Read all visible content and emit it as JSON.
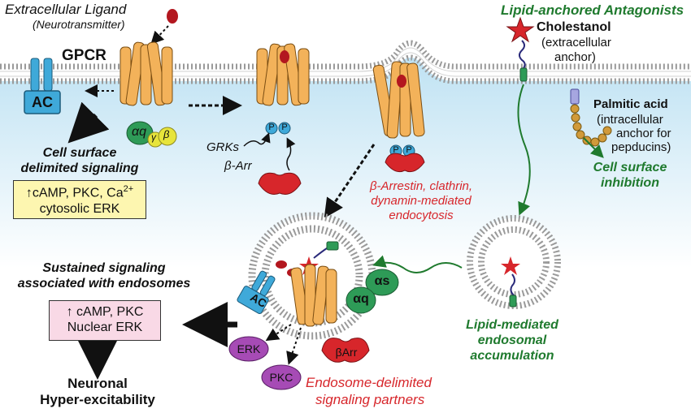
{
  "labels": {
    "extracellular_ligand": "Extracellular Ligand",
    "neurotransmitter": "(Neurotransmitter)",
    "gpcr": "GPCR",
    "ac": "AC",
    "ac2": "AC",
    "alpha_q": "αq",
    "gamma": "γ",
    "beta": "β",
    "cell_surface_signaling": "Cell surface",
    "delimited_signaling": "delimited signaling",
    "camp_line1": "↑cAMP, PKC, Ca",
    "ca_sup": "2+",
    "camp_line2": "cytosolic ERK",
    "grks": "GRKs",
    "beta_arr": "β-Arr",
    "p1": "P",
    "p2": "P",
    "p3": "P",
    "p4": "P",
    "endocytosis_1": "β-Arrestin, clathrin,",
    "endocytosis_2": "dynamin-mediated",
    "endocytosis_3": "endocytosis",
    "lipid_antagonists": "Lipid-anchored Antagonists",
    "cholestanol": "Cholestanol",
    "extracellular_anchor_1": "(extracellular",
    "extracellular_anchor_2": "anchor)",
    "palmitic_acid": "Palmitic acid",
    "intracellular_anchor_1": "(intracellular",
    "intracellular_anchor_2": "anchor for",
    "intracellular_anchor_3": "pepducins)",
    "cell_surface_inhibition_1": "Cell surface",
    "cell_surface_inhibition_2": "inhibition",
    "sustained_1": "Sustained signaling",
    "sustained_2": "associated with endosomes",
    "endo_box_1": "↑ cAMP, PKC",
    "endo_box_2": "Nuclear ERK",
    "neuronal_1": "Neuronal",
    "neuronal_2": "Hyper-excitability",
    "alpha_s": "αs",
    "alpha_q2": "αq",
    "erk": "ERK",
    "pkc": "PKC",
    "barr": "βArr",
    "endo_partners_1": "Endosome-delimited",
    "endo_partners_2": "signaling partners",
    "lipid_mediated_1": "Lipid-mediated",
    "lipid_mediated_2": "endosomal",
    "lipid_mediated_3": "accumulation"
  },
  "colors": {
    "cytoplasm": "#cfe8f5",
    "membrane_head": "#bdbdbd",
    "receptor": "#f3b25a",
    "ac_blue": "#3fa9d9",
    "g_green": "#2e9b57",
    "g_yellow": "#e7e43b",
    "arrestin_red": "#d7262b",
    "ligand_red": "#b3171f",
    "erk_purple": "#a64bb5",
    "green_text": "#1f7a2e",
    "red_text": "#d7262b",
    "yellow_box": "#fdf6b0",
    "pink_box": "#f9d9e6"
  }
}
